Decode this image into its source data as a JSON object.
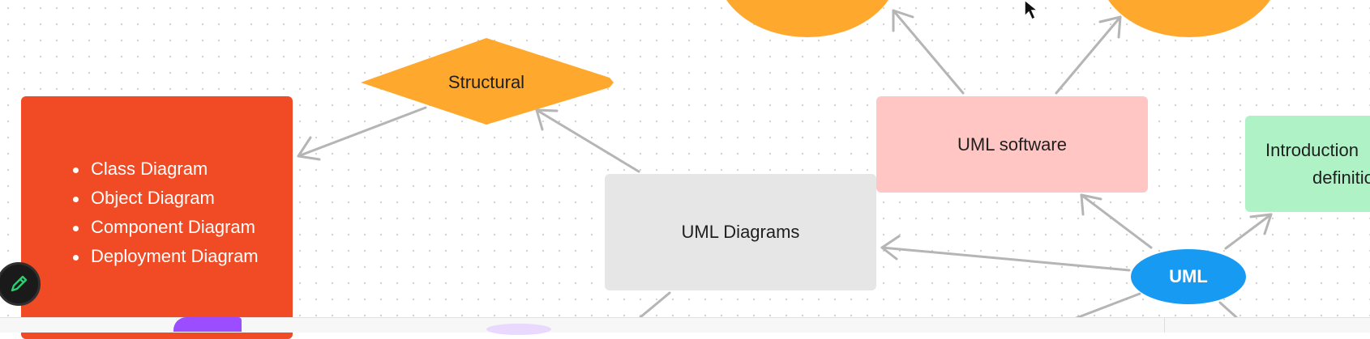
{
  "diagram": {
    "list_box": {
      "items": [
        "Class Diagram",
        "Object Diagram",
        "Component Diagram",
        "Deployment Diagram"
      ],
      "color": "#f04b24"
    },
    "structural_node": {
      "label": "Structural",
      "color": "#ffa82e"
    },
    "uml_diagrams_node": {
      "label": "UML Diagrams",
      "color": "#e6e6e6"
    },
    "uml_software_node": {
      "label": "UML software",
      "color": "#ffc6c3"
    },
    "introduction_node": {
      "line1": "Introduction",
      "line2": "definitio",
      "color": "#aef2c6"
    },
    "uml_node": {
      "label": "UML",
      "color": "#169af2"
    },
    "top_circles_color": "#ffa82e",
    "connector_color": "#b5b5b5"
  },
  "toolbar": {
    "draw_tool_icon": "pencil-icon"
  },
  "canvas": {
    "cursor_icon": "arrow-cursor-icon"
  }
}
